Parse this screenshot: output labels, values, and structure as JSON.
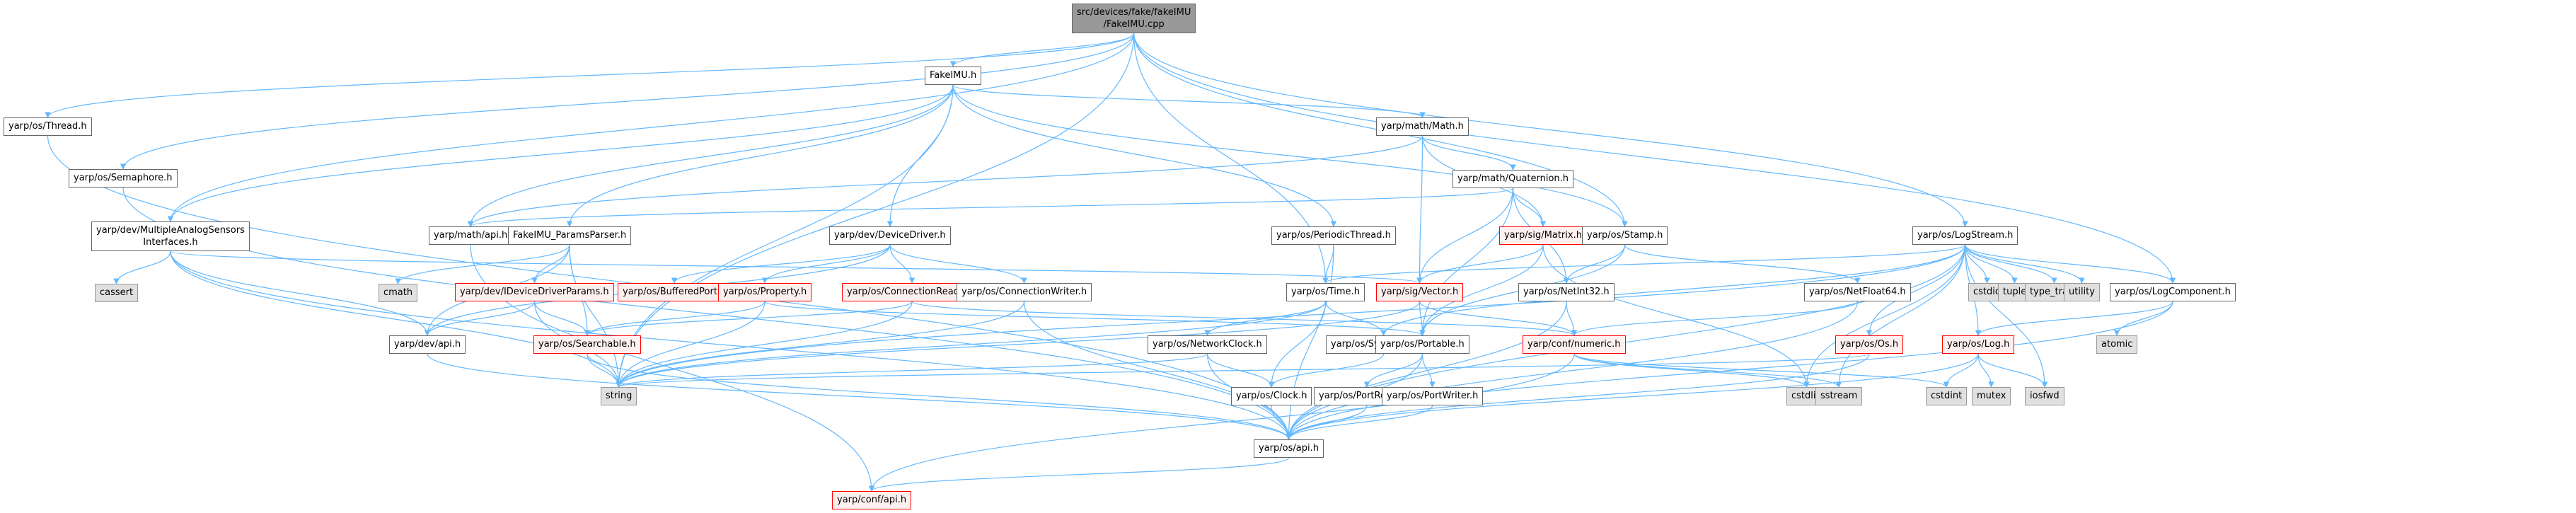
{
  "title": "src/devices/fake/fakeIMU/FakeIMU.cpp include dependency graph",
  "colors": {
    "edge": "#63b8ff",
    "root_fill": "#999999",
    "external_fill": "#e0e0e0",
    "truncated_border": "#ff0000",
    "truncated_fill": "#fff0f0",
    "node_border": "#666666"
  },
  "nodes": [
    {
      "id": "root",
      "label": "src/devices/fake/fakeIMU\n/FakeIMU.cpp",
      "kind": "root"
    },
    {
      "id": "fakeimu_h",
      "label": "FakeIMU.h",
      "kind": "normal"
    },
    {
      "id": "thread",
      "label": "yarp/os/Thread.h",
      "kind": "normal"
    },
    {
      "id": "semaphore",
      "label": "yarp/os/Semaphore.h",
      "kind": "normal"
    },
    {
      "id": "masi",
      "label": "yarp/dev/MultipleAnalogSensors\nInterfaces.h",
      "kind": "normal"
    },
    {
      "id": "cassert",
      "label": "cassert",
      "kind": "external"
    },
    {
      "id": "cmath",
      "label": "cmath",
      "kind": "external"
    },
    {
      "id": "mathapi",
      "label": "yarp/math/api.h",
      "kind": "normal"
    },
    {
      "id": "paramsparser",
      "label": "FakeIMU_ParamsParser.h",
      "kind": "normal"
    },
    {
      "id": "idevparams",
      "label": "yarp/dev/IDeviceDriverParams.h",
      "kind": "truncated"
    },
    {
      "id": "devapi",
      "label": "yarp/dev/api.h",
      "kind": "normal"
    },
    {
      "id": "devicedriver",
      "label": "yarp/dev/DeviceDriver.h",
      "kind": "normal"
    },
    {
      "id": "bufferedport",
      "label": "yarp/os/BufferedPort.h",
      "kind": "truncated"
    },
    {
      "id": "property",
      "label": "yarp/os/Property.h",
      "kind": "truncated"
    },
    {
      "id": "connreader",
      "label": "yarp/os/ConnectionReader.h",
      "kind": "truncated"
    },
    {
      "id": "searchable",
      "label": "yarp/os/Searchable.h",
      "kind": "truncated"
    },
    {
      "id": "string",
      "label": "string",
      "kind": "external"
    },
    {
      "id": "connwriter",
      "label": "yarp/os/ConnectionWriter.h",
      "kind": "normal"
    },
    {
      "id": "mathh",
      "label": "yarp/math/Math.h",
      "kind": "normal"
    },
    {
      "id": "quaternion",
      "label": "yarp/math/Quaternion.h",
      "kind": "normal"
    },
    {
      "id": "periodic",
      "label": "yarp/os/PeriodicThread.h",
      "kind": "normal"
    },
    {
      "id": "matrix",
      "label": "yarp/sig/Matrix.h",
      "kind": "truncated"
    },
    {
      "id": "stamp",
      "label": "yarp/os/Stamp.h",
      "kind": "normal"
    },
    {
      "id": "timeh",
      "label": "yarp/os/Time.h",
      "kind": "normal"
    },
    {
      "id": "vector",
      "label": "yarp/sig/Vector.h",
      "kind": "truncated"
    },
    {
      "id": "netint32",
      "label": "yarp/os/NetInt32.h",
      "kind": "normal"
    },
    {
      "id": "netfloat64",
      "label": "yarp/os/NetFloat64.h",
      "kind": "normal"
    },
    {
      "id": "networkclock",
      "label": "yarp/os/NetworkClock.h",
      "kind": "normal"
    },
    {
      "id": "systemclock",
      "label": "yarp/os/SystemClock.h",
      "kind": "normal"
    },
    {
      "id": "portable",
      "label": "yarp/os/Portable.h",
      "kind": "normal"
    },
    {
      "id": "numeric",
      "label": "yarp/conf/numeric.h",
      "kind": "truncated"
    },
    {
      "id": "clock",
      "label": "yarp/os/Clock.h",
      "kind": "normal"
    },
    {
      "id": "portreader",
      "label": "yarp/os/PortReader.h",
      "kind": "normal"
    },
    {
      "id": "portwriter",
      "label": "yarp/os/PortWriter.h",
      "kind": "normal"
    },
    {
      "id": "osapi",
      "label": "yarp/os/api.h",
      "kind": "normal"
    },
    {
      "id": "confapi",
      "label": "yarp/conf/api.h",
      "kind": "truncated"
    },
    {
      "id": "logstream",
      "label": "yarp/os/LogStream.h",
      "kind": "normal"
    },
    {
      "id": "cstdio",
      "label": "cstdio",
      "kind": "external"
    },
    {
      "id": "tuple",
      "label": "tuple",
      "kind": "external"
    },
    {
      "id": "type_traits",
      "label": "type_traits",
      "kind": "external"
    },
    {
      "id": "utility",
      "label": "utility",
      "kind": "external"
    },
    {
      "id": "logcomponent",
      "label": "yarp/os/LogComponent.h",
      "kind": "normal"
    },
    {
      "id": "atomic",
      "label": "atomic",
      "kind": "external"
    },
    {
      "id": "osh",
      "label": "yarp/os/Os.h",
      "kind": "truncated"
    },
    {
      "id": "logh",
      "label": "yarp/os/Log.h",
      "kind": "truncated"
    },
    {
      "id": "cstdlib",
      "label": "cstdlib",
      "kind": "external"
    },
    {
      "id": "sstream",
      "label": "sstream",
      "kind": "external"
    },
    {
      "id": "cstdint",
      "label": "cstdint",
      "kind": "external"
    },
    {
      "id": "mutex",
      "label": "mutex",
      "kind": "external"
    },
    {
      "id": "iosfwd",
      "label": "iosfwd",
      "kind": "external"
    }
  ],
  "edges": [
    [
      "root",
      "fakeimu_h"
    ],
    [
      "root",
      "thread"
    ],
    [
      "root",
      "semaphore"
    ],
    [
      "root",
      "masi"
    ],
    [
      "root",
      "string"
    ],
    [
      "root",
      "timeh"
    ],
    [
      "root",
      "logstream"
    ],
    [
      "root",
      "logcomponent"
    ],
    [
      "root",
      "stamp"
    ],
    [
      "fakeimu_h",
      "mathh"
    ],
    [
      "fakeimu_h",
      "paramsparser"
    ],
    [
      "fakeimu_h",
      "devicedriver"
    ],
    [
      "fakeimu_h",
      "periodic"
    ],
    [
      "fakeimu_h",
      "stamp"
    ],
    [
      "fakeimu_h",
      "mathapi"
    ],
    [
      "fakeimu_h",
      "masi"
    ],
    [
      "fakeimu_h",
      "string"
    ],
    [
      "thread",
      "osapi"
    ],
    [
      "semaphore",
      "osapi"
    ],
    [
      "masi",
      "cassert"
    ],
    [
      "masi",
      "devapi"
    ],
    [
      "masi",
      "string"
    ],
    [
      "masi",
      "vector"
    ],
    [
      "masi",
      "osapi"
    ],
    [
      "mathh",
      "mathapi"
    ],
    [
      "mathh",
      "quaternion"
    ],
    [
      "mathh",
      "matrix"
    ],
    [
      "mathh",
      "vector"
    ],
    [
      "quaternion",
      "mathapi"
    ],
    [
      "quaternion",
      "matrix"
    ],
    [
      "quaternion",
      "vector"
    ],
    [
      "quaternion",
      "portable"
    ],
    [
      "quaternion",
      "netint32"
    ],
    [
      "mathapi",
      "confapi"
    ],
    [
      "paramsparser",
      "cmath"
    ],
    [
      "paramsparser",
      "idevparams"
    ],
    [
      "paramsparser",
      "searchable"
    ],
    [
      "paramsparser",
      "string"
    ],
    [
      "paramsparser",
      "devapi"
    ],
    [
      "idevparams",
      "devapi"
    ],
    [
      "idevparams",
      "searchable"
    ],
    [
      "idevparams",
      "string"
    ],
    [
      "devapi",
      "osapi"
    ],
    [
      "devicedriver",
      "bufferedport"
    ],
    [
      "devicedriver",
      "property"
    ],
    [
      "devicedriver",
      "connreader"
    ],
    [
      "devicedriver",
      "connwriter"
    ],
    [
      "devicedriver",
      "devapi"
    ],
    [
      "property",
      "searchable"
    ],
    [
      "property",
      "string"
    ],
    [
      "property",
      "portable"
    ],
    [
      "connreader",
      "searchable"
    ],
    [
      "connreader",
      "string"
    ],
    [
      "connreader",
      "numeric"
    ],
    [
      "searchable",
      "string"
    ],
    [
      "searchable",
      "osapi"
    ],
    [
      "connwriter",
      "string"
    ],
    [
      "connwriter",
      "osapi"
    ],
    [
      "periodic",
      "timeh"
    ],
    [
      "periodic",
      "osapi"
    ],
    [
      "matrix",
      "vector"
    ],
    [
      "matrix",
      "portable"
    ],
    [
      "matrix",
      "cstdlib"
    ],
    [
      "stamp",
      "netint32"
    ],
    [
      "stamp",
      "netfloat64"
    ],
    [
      "stamp",
      "portable"
    ],
    [
      "timeh",
      "networkclock"
    ],
    [
      "timeh",
      "systemclock"
    ],
    [
      "timeh",
      "clock"
    ],
    [
      "timeh",
      "string"
    ],
    [
      "vector",
      "portable"
    ],
    [
      "vector",
      "numeric"
    ],
    [
      "vector",
      "string"
    ],
    [
      "netint32",
      "numeric"
    ],
    [
      "netint32",
      "osapi"
    ],
    [
      "netfloat64",
      "numeric"
    ],
    [
      "netfloat64",
      "osapi"
    ],
    [
      "networkclock",
      "clock"
    ],
    [
      "networkclock",
      "string"
    ],
    [
      "networkclock",
      "osapi"
    ],
    [
      "systemclock",
      "clock"
    ],
    [
      "portable",
      "portreader"
    ],
    [
      "portable",
      "portwriter"
    ],
    [
      "portable",
      "osapi"
    ],
    [
      "numeric",
      "cstdlib"
    ],
    [
      "numeric",
      "sstream"
    ],
    [
      "numeric",
      "cstdint"
    ],
    [
      "numeric",
      "confapi"
    ],
    [
      "clock",
      "osapi"
    ],
    [
      "portreader",
      "osapi"
    ],
    [
      "portwriter",
      "osapi"
    ],
    [
      "osapi",
      "confapi"
    ],
    [
      "logstream",
      "cstdio"
    ],
    [
      "logstream",
      "tuple"
    ],
    [
      "logstream",
      "type_traits"
    ],
    [
      "logstream",
      "utility"
    ],
    [
      "logstream",
      "logcomponent"
    ],
    [
      "logstream",
      "logh"
    ],
    [
      "logstream",
      "osh"
    ],
    [
      "logstream",
      "cstdlib"
    ],
    [
      "logstream",
      "sstream"
    ],
    [
      "logstream",
      "iosfwd"
    ],
    [
      "logstream",
      "string"
    ],
    [
      "logstream",
      "timeh"
    ],
    [
      "logstream",
      "osapi"
    ],
    [
      "logstream",
      "systemclock"
    ],
    [
      "logcomponent",
      "atomic"
    ],
    [
      "logcomponent",
      "logh"
    ],
    [
      "logcomponent",
      "osapi"
    ],
    [
      "osh",
      "string"
    ],
    [
      "osh",
      "osapi"
    ],
    [
      "logh",
      "cstdint"
    ],
    [
      "logh",
      "mutex"
    ],
    [
      "logh",
      "iosfwd"
    ],
    [
      "logh",
      "osapi"
    ]
  ]
}
